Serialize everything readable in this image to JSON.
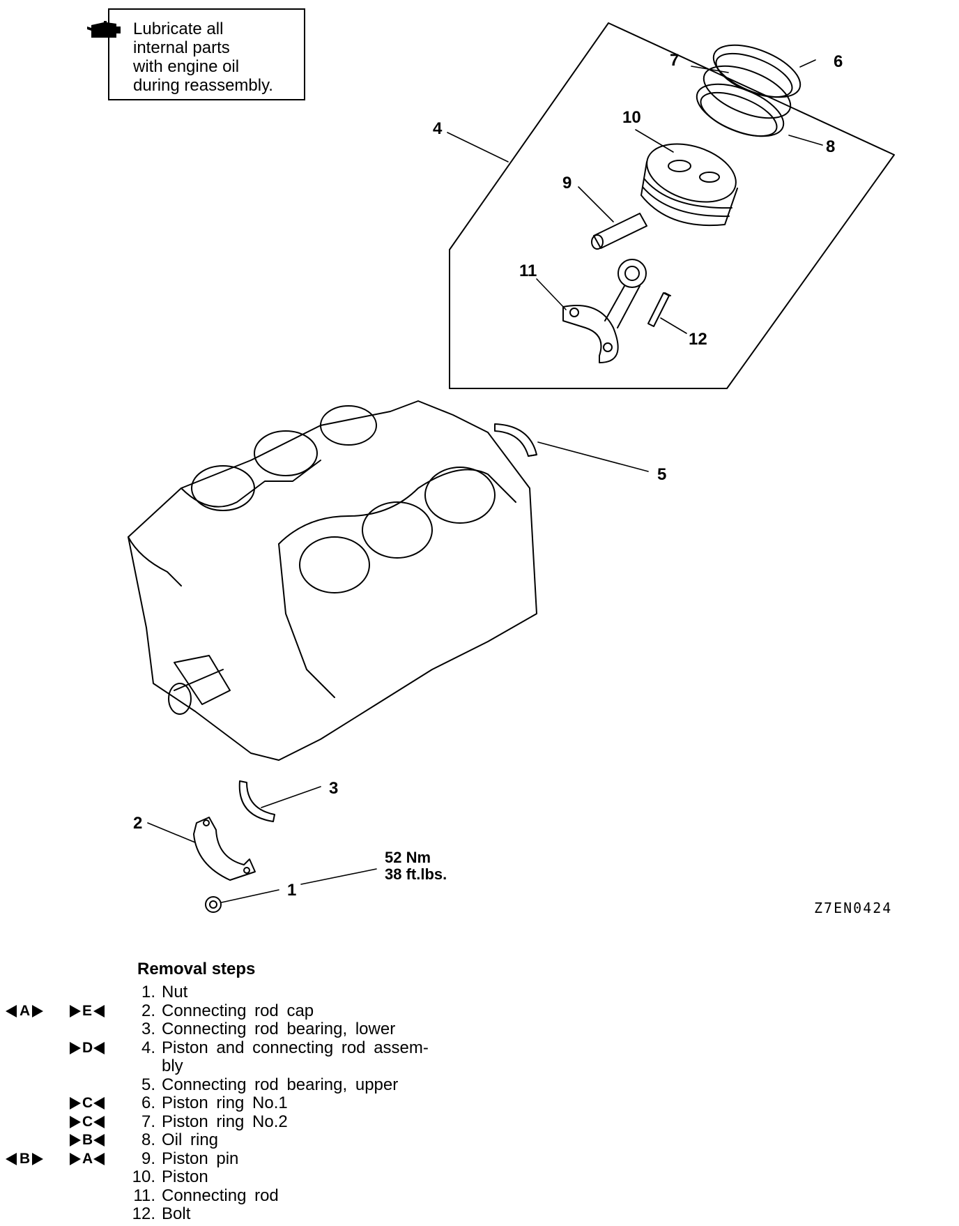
{
  "note": {
    "icon": "oil-can-icon",
    "lines": [
      "Lubricate all",
      "internal parts",
      "with engine oil",
      "during reassembly."
    ]
  },
  "callouts": {
    "c1": "1",
    "c2": "2",
    "c3": "3",
    "c4": "4",
    "c5": "5",
    "c6": "6",
    "c7": "7",
    "c8": "8",
    "c9": "9",
    "c10": "10",
    "c11": "11",
    "c12": "12"
  },
  "torque": {
    "nm": "52 Nm",
    "ftlbs": "38 ft.lbs."
  },
  "figure_code": "Z7EN0424",
  "removal": {
    "title": "Removal steps",
    "steps": [
      {
        "num": "1.",
        "text": "Nut",
        "pre": "",
        "post": ""
      },
      {
        "num": "2.",
        "text": "Connecting rod cap",
        "pre": "A",
        "post": "E"
      },
      {
        "num": "3.",
        "text": "Connecting rod bearing, lower",
        "pre": "",
        "post": ""
      },
      {
        "num": "4.",
        "text": "Piston and connecting rod assem-",
        "pre": "",
        "post": "D"
      },
      {
        "num": "",
        "text": "bly",
        "pre": "",
        "post": ""
      },
      {
        "num": "5.",
        "text": "Connecting rod bearing, upper",
        "pre": "",
        "post": ""
      },
      {
        "num": "6.",
        "text": "Piston ring No.1",
        "pre": "",
        "post": "C"
      },
      {
        "num": "7.",
        "text": "Piston ring No.2",
        "pre": "",
        "post": "C"
      },
      {
        "num": "8.",
        "text": "Oil ring",
        "pre": "",
        "post": "B"
      },
      {
        "num": "9.",
        "text": "Piston pin",
        "pre": "B",
        "post": "A"
      },
      {
        "num": "10.",
        "text": "Piston",
        "pre": "",
        "post": ""
      },
      {
        "num": "11.",
        "text": "Connecting rod",
        "pre": "",
        "post": ""
      },
      {
        "num": "12.",
        "text": "Bolt",
        "pre": "",
        "post": ""
      }
    ]
  }
}
